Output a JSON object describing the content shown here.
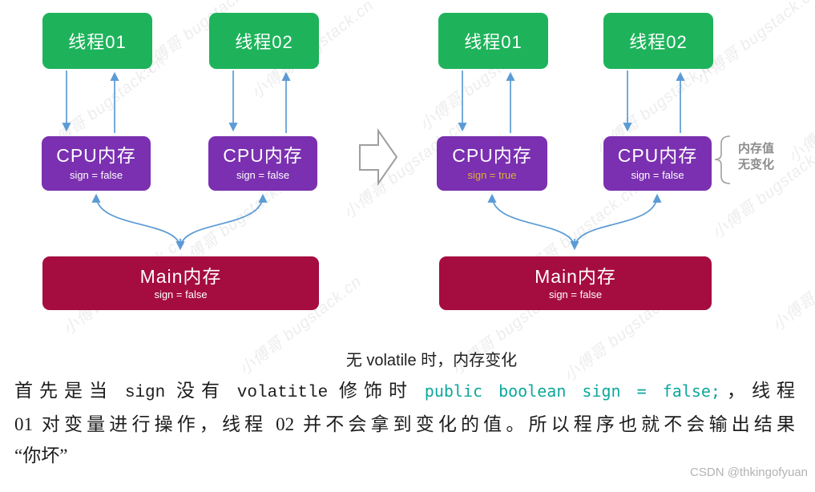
{
  "watermark": {
    "text": "小傅哥 bugstack.cn"
  },
  "diagrams": [
    {
      "id": "without-volatile-before",
      "threads": [
        {
          "label": "线程01"
        },
        {
          "label": "线程02"
        }
      ],
      "cpus": [
        {
          "title": "CPU内存",
          "value": "sign = false",
          "highlight": false
        },
        {
          "title": "CPU内存",
          "value": "sign = false",
          "highlight": false
        }
      ],
      "main": {
        "title": "Main内存",
        "value": "sign = false"
      }
    },
    {
      "id": "without-volatile-after",
      "threads": [
        {
          "label": "线程01"
        },
        {
          "label": "线程02"
        }
      ],
      "cpus": [
        {
          "title": "CPU内存",
          "value": "sign = true",
          "highlight": true
        },
        {
          "title": "CPU内存",
          "value": "sign = false",
          "highlight": false
        }
      ],
      "main": {
        "title": "Main内存",
        "value": "sign = false"
      },
      "annotation": {
        "lines": [
          "内存值",
          "无变化"
        ]
      }
    }
  ],
  "caption": {
    "text": "无 volatile 时，内存变化"
  },
  "paragraph": {
    "lines": [
      {
        "segments": [
          {
            "type": "cn",
            "text": "首先是当 "
          },
          {
            "type": "latin",
            "text": "sign"
          },
          {
            "type": "cn",
            "text": " 没有 "
          },
          {
            "type": "latin",
            "text": "volatitle"
          },
          {
            "type": "cn",
            "text": " 修饰时 "
          },
          {
            "type": "code",
            "text": "public boolean sign = false;"
          },
          {
            "type": "cn",
            "text": "，线程"
          }
        ]
      },
      {
        "segments": [
          {
            "type": "cn",
            "text": "01 对变量进行操作，线程 02 并不会拿到变化的值。所以程序也就不会输出结果"
          }
        ]
      },
      {
        "segments": [
          {
            "type": "cn",
            "text": "“你坏”"
          }
        ]
      }
    ]
  },
  "footer": {
    "credit": "CSDN @thkingofyuan"
  },
  "colors": {
    "green": "#1eb35b",
    "purple": "#7a30b0",
    "maroon": "#a50c3f",
    "blue": "#5b9bd5",
    "yellow": "#dfb22d",
    "teal": "#0fa79c",
    "gray": "#8c8c8c",
    "text": "#1c1c1c",
    "credit": "#b3b3b3"
  }
}
